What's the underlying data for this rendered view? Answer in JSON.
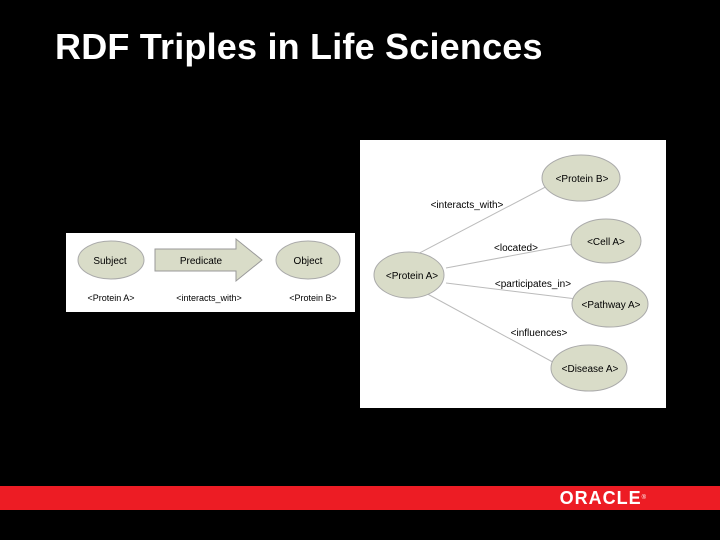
{
  "slide": {
    "title": "RDF Triples in Life Sciences"
  },
  "triple": {
    "subject": "Subject",
    "predicate": "Predicate",
    "object": "Object",
    "example_subject": "<Protein A>",
    "example_predicate": "<interacts_with>",
    "example_object": "<Protein B>"
  },
  "graph": {
    "center": "<Protein A>",
    "edges": [
      {
        "label": "<interacts_with>",
        "target": "<Protein B>"
      },
      {
        "label": "<located>",
        "target": "<Cell A>"
      },
      {
        "label": "<participates_in>",
        "target": "<Pathway A>"
      },
      {
        "label": "<influences>",
        "target": "<Disease A>"
      }
    ]
  },
  "footer": {
    "logo": "ORACLE",
    "mark": "®"
  },
  "colors": {
    "background": "#000000",
    "node_fill": "#d9dcc8",
    "footer_bar": "#ed1c24"
  }
}
